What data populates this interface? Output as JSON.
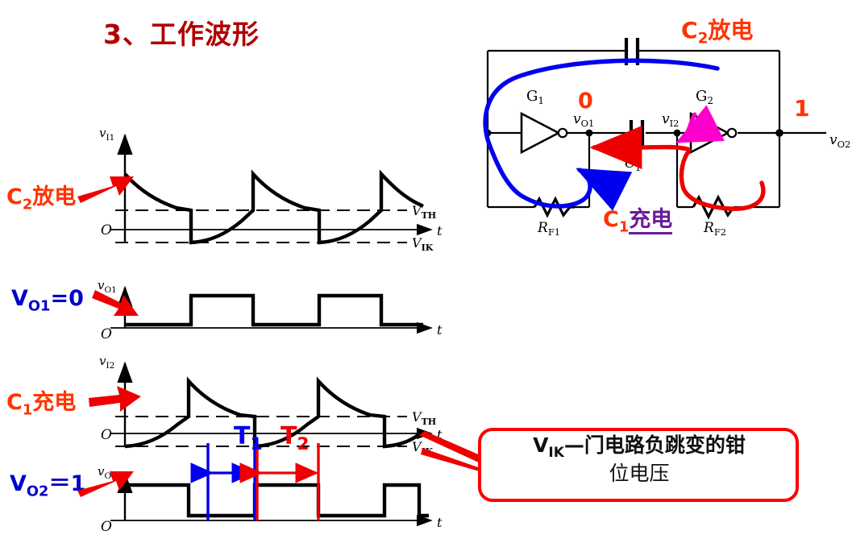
{
  "title": {
    "index": "3",
    "punct": "、",
    "text": "工作波形",
    "full": "3、工作波形",
    "color": "#b00000"
  },
  "colors": {
    "title_red": "#b00000",
    "annotation_orange": "#ff3300",
    "annotation_blue": "#0000cc",
    "loop_blue": "#0000ee",
    "loop_red": "#ee0000",
    "loop_magenta": "#ff00cc",
    "purple": "#6a1b9a",
    "callout_border": "#ff0000",
    "waveform_black": "#000000"
  },
  "left_annotations": [
    {
      "name": "c2-discharge",
      "text": "C₂放电",
      "base": "C",
      "sub": "2",
      "suffix": "放电",
      "color": "#ff3300"
    },
    {
      "name": "vo1-zero",
      "text": "V_O1=0",
      "base": "V",
      "sub": "O1",
      "suffix": "=0",
      "color": "#0000cc"
    },
    {
      "name": "c1-charge",
      "text": "C₁充电",
      "base": "C",
      "sub": "1",
      "suffix": "充电",
      "color": "#ff3300"
    },
    {
      "name": "vo2-one",
      "text": "V_O2＝1",
      "base": "V",
      "sub": "O2",
      "suffix": "＝1",
      "color": "#0000cc"
    }
  ],
  "waveforms": [
    {
      "name": "vI1",
      "y_axis_label": "v",
      "y_axis_sub": "I1",
      "x_axis_label": "t",
      "origin_label": "O",
      "level_labels": [
        {
          "name": "V_TH",
          "base": "V",
          "sub": "TH"
        },
        {
          "name": "V_IK",
          "base": "V",
          "sub": "IK"
        }
      ],
      "description": "sawtooth: exponential decay from peak above V_TH down toward V_TH then vertical fall to V_IK, then exponential rise back to V_TH",
      "cycles": 3
    },
    {
      "name": "vO1",
      "y_axis_label": "v",
      "y_axis_sub": "O1",
      "x_axis_label": "t",
      "origin_label": "O",
      "level_labels": [],
      "description": "square wave, starts LOW",
      "cycles": 3
    },
    {
      "name": "vI2",
      "y_axis_label": "v",
      "y_axis_sub": "I2",
      "x_axis_label": "t",
      "origin_label": "O",
      "level_labels": [
        {
          "name": "V_TH",
          "base": "V",
          "sub": "TH"
        },
        {
          "name": "V_IK",
          "base": "V",
          "sub": "IK"
        }
      ],
      "description": "sawtooth complementary to vI1: rises from V_IK to V_TH then jumps to peak and decays",
      "cycles": 3
    },
    {
      "name": "vO2",
      "y_axis_label": "v",
      "y_axis_sub": "O2",
      "x_axis_label": "t",
      "origin_label": "O",
      "level_labels": [],
      "description": "square wave, starts HIGH, inverse of vO1",
      "cycles": 3
    }
  ],
  "timing_markers": [
    {
      "name": "T1",
      "base": "T",
      "sub": "1",
      "color": "#0000ee"
    },
    {
      "name": "T2",
      "base": "T",
      "sub": "2",
      "color": "#ee0000"
    }
  ],
  "circuit": {
    "name": "astable-multivibrator",
    "components": [
      {
        "name": "C2",
        "base": "C",
        "sub": "2",
        "type": "capacitor"
      },
      {
        "name": "C1",
        "base": "C",
        "sub": "1",
        "type": "capacitor"
      },
      {
        "name": "G1",
        "base": "G",
        "sub": "1",
        "type": "inverter-gate"
      },
      {
        "name": "G2",
        "base": "G",
        "sub": "2",
        "type": "inverter-gate"
      },
      {
        "name": "RF1",
        "base": "R",
        "sub": "F1",
        "type": "resistor"
      },
      {
        "name": "RF2",
        "base": "R",
        "sub": "F2",
        "type": "resistor"
      }
    ],
    "nodes": [
      {
        "name": "vI1",
        "base": "v",
        "sub": "I1"
      },
      {
        "name": "vO1",
        "base": "v",
        "sub": "O1"
      },
      {
        "name": "vI2",
        "base": "v",
        "sub": "I2"
      },
      {
        "name": "vO2",
        "base": "v",
        "sub": "O2"
      }
    ],
    "logic_values": [
      {
        "name": "vO1-value",
        "value": "0",
        "color": "#ff3300"
      },
      {
        "name": "vO2-value",
        "value": "1",
        "color": "#ff3300"
      }
    ],
    "annotations": [
      {
        "name": "c2-discharge-circuit",
        "base": "C",
        "sub": "2",
        "suffix": "放电",
        "color": "#ff3300"
      },
      {
        "name": "c1-charge-circuit",
        "base": "C",
        "sub": "1",
        "suffix": "充电",
        "base_color": "#ff3300",
        "suffix_color": "#6a1b9a"
      }
    ]
  },
  "callout": {
    "name": "vik-definition",
    "line1_base": "V",
    "line1_sub": "IK",
    "line1_rest": "—门电路负跳变的钳",
    "line2": "位电压",
    "border_color": "#ff0000"
  }
}
